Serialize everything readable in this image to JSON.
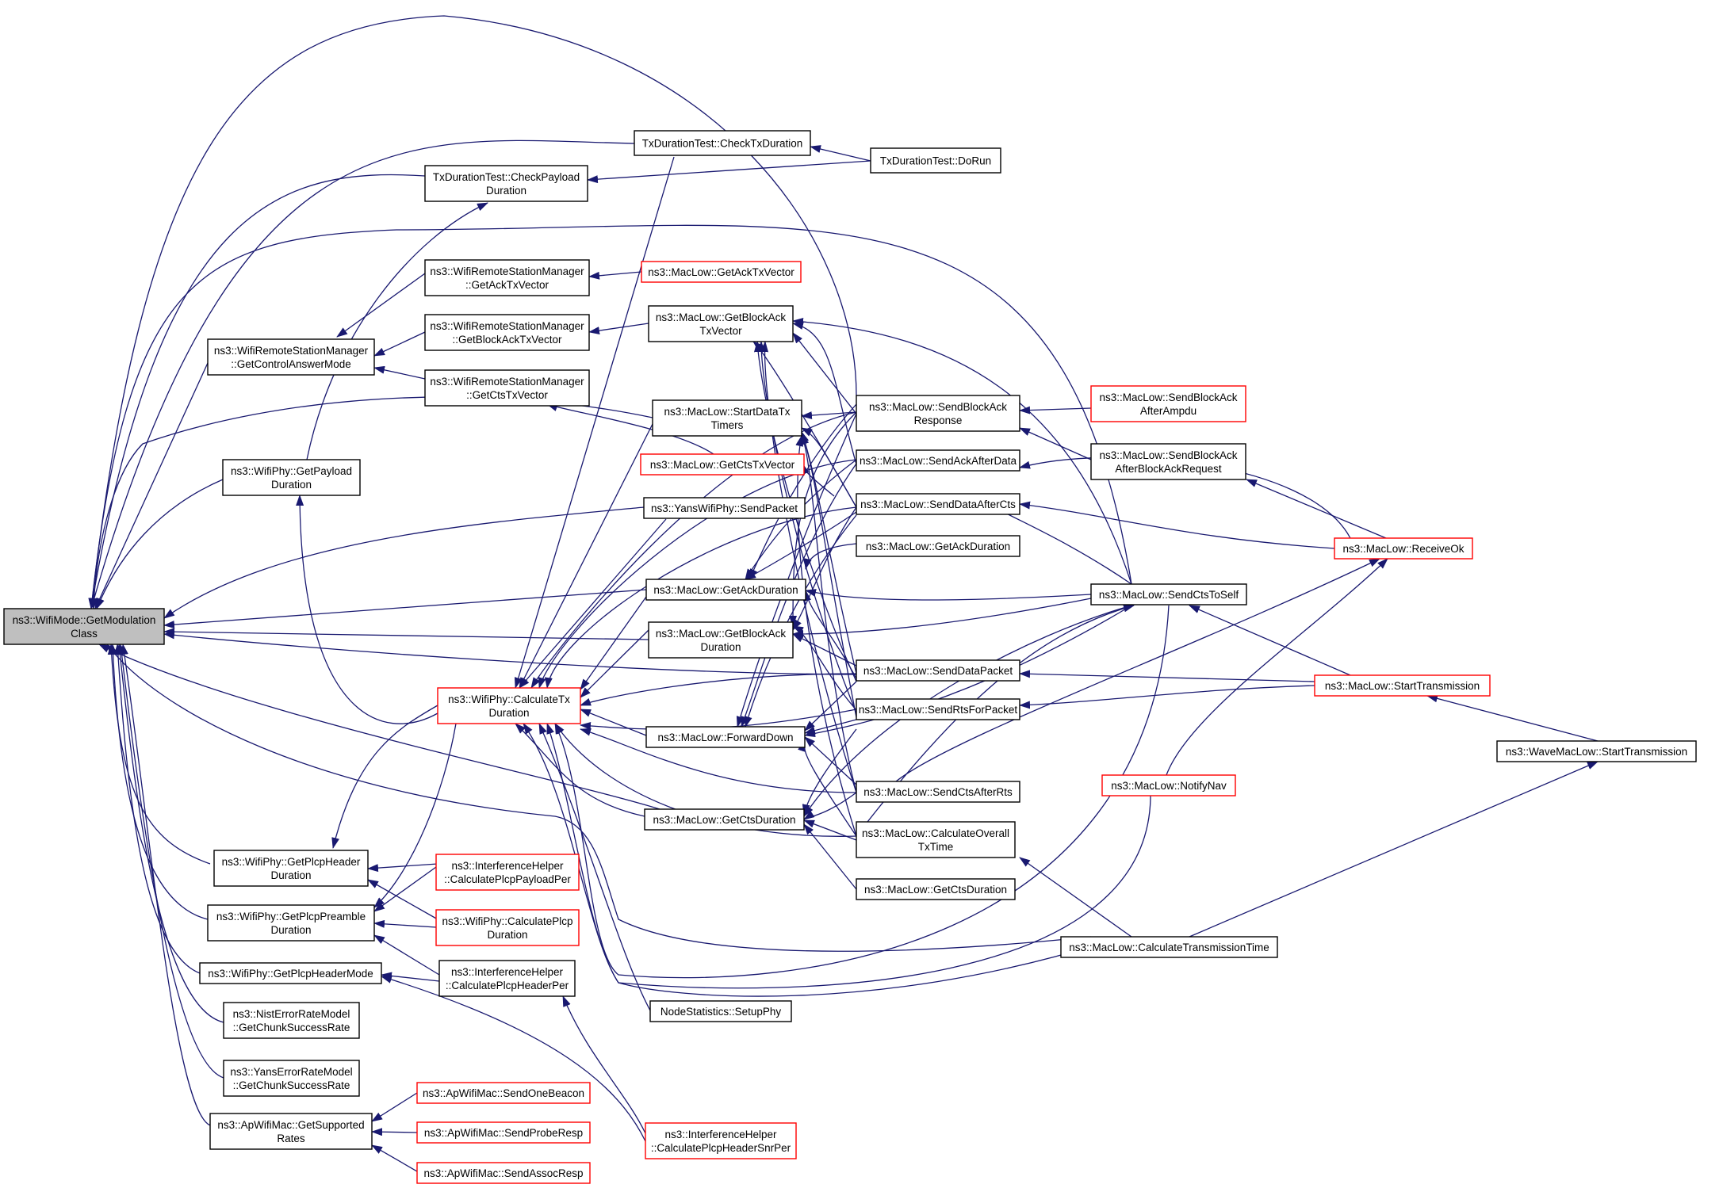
{
  "graph": {
    "root": "n0",
    "colors": {
      "edge": "#191970",
      "root_fill": "#bfbfbf",
      "node_border": "#000000",
      "truncated_border": "#ff0000"
    },
    "nodes": [
      {
        "id": "n0",
        "lines": [
          "ns3::WifiMode::GetModulation",
          "Class"
        ],
        "root": true
      },
      {
        "id": "n1",
        "lines": [
          "TxDurationTest::CheckTxDuration"
        ]
      },
      {
        "id": "n2",
        "lines": [
          "TxDurationTest::DoRun"
        ]
      },
      {
        "id": "n3",
        "lines": [
          "TxDurationTest::CheckPayload",
          "Duration"
        ]
      },
      {
        "id": "n4",
        "lines": [
          "ns3::WifiRemoteStationManager",
          "::GetAckTxVector"
        ]
      },
      {
        "id": "n5",
        "lines": [
          "ns3::MacLow::GetAckTxVector"
        ],
        "red": true
      },
      {
        "id": "n6",
        "lines": [
          "ns3::WifiRemoteStationManager",
          "::GetBlockAckTxVector"
        ]
      },
      {
        "id": "n7",
        "lines": [
          "ns3::MacLow::GetBlockAck",
          "TxVector"
        ]
      },
      {
        "id": "n8",
        "lines": [
          "ns3::WifiRemoteStationManager",
          "::GetControlAnswerMode"
        ]
      },
      {
        "id": "n9",
        "lines": [
          "ns3::WifiRemoteStationManager",
          "::GetCtsTxVector"
        ]
      },
      {
        "id": "n10",
        "lines": [
          "ns3::MacLow::SendBlockAck",
          "Response"
        ]
      },
      {
        "id": "n11",
        "lines": [
          "ns3::MacLow::SendBlockAck",
          "AfterAmpdu"
        ],
        "red": true
      },
      {
        "id": "n12",
        "lines": [
          "ns3::MacLow::StartDataTx",
          "Timers"
        ]
      },
      {
        "id": "n13",
        "lines": [
          "ns3::MacLow::SendBlockAck",
          "AfterBlockAckRequest"
        ]
      },
      {
        "id": "n14",
        "lines": [
          "ns3::WifiPhy::GetPayload",
          "Duration"
        ]
      },
      {
        "id": "n15",
        "lines": [
          "ns3::MacLow::GetCtsTxVector"
        ],
        "red": true
      },
      {
        "id": "n16",
        "lines": [
          "ns3::MacLow::SendAckAfterData"
        ]
      },
      {
        "id": "n17",
        "lines": [
          "ns3::YansWifiPhy::SendPacket"
        ]
      },
      {
        "id": "n18",
        "lines": [
          "ns3::MacLow::SendDataAfterCts"
        ]
      },
      {
        "id": "n19",
        "lines": [
          "ns3::MacLow::ReceiveOk"
        ],
        "red": true
      },
      {
        "id": "n20",
        "lines": [
          "ns3::MacLow::GetAckDuration"
        ]
      },
      {
        "id": "n21",
        "lines": [
          "ns3::MacLow::GetAckDuration"
        ]
      },
      {
        "id": "n22",
        "lines": [
          "ns3::MacLow::SendCtsToSelf"
        ]
      },
      {
        "id": "n23",
        "lines": [
          "ns3::MacLow::GetBlockAck",
          "Duration"
        ]
      },
      {
        "id": "n24",
        "lines": [
          "ns3::MacLow::SendDataPacket"
        ]
      },
      {
        "id": "n25",
        "lines": [
          "ns3::MacLow::StartTransmission"
        ],
        "red": true
      },
      {
        "id": "n26",
        "lines": [
          "ns3::WifiPhy::CalculateTx",
          "Duration"
        ],
        "red": true
      },
      {
        "id": "n27",
        "lines": [
          "ns3::MacLow::SendRtsForPacket"
        ]
      },
      {
        "id": "n28",
        "lines": [
          "ns3::WaveMacLow::StartTransmission"
        ]
      },
      {
        "id": "n29",
        "lines": [
          "ns3::MacLow::ForwardDown"
        ]
      },
      {
        "id": "n30",
        "lines": [
          "ns3::MacLow::SendCtsAfterRts"
        ]
      },
      {
        "id": "n31",
        "lines": [
          "ns3::MacLow::NotifyNav"
        ],
        "red": true
      },
      {
        "id": "n32",
        "lines": [
          "ns3::MacLow::GetCtsDuration"
        ]
      },
      {
        "id": "n33",
        "lines": [
          "ns3::MacLow::CalculateOverall",
          "TxTime"
        ]
      },
      {
        "id": "n34",
        "lines": [
          "ns3::WifiPhy::GetPlcpHeader",
          "Duration"
        ]
      },
      {
        "id": "n35",
        "lines": [
          "ns3::InterferenceHelper",
          "::CalculatePlcpPayloadPer"
        ],
        "red": true
      },
      {
        "id": "n36",
        "lines": [
          "ns3::MacLow::GetCtsDuration"
        ]
      },
      {
        "id": "n37",
        "lines": [
          "ns3::WifiPhy::GetPlcpPreamble",
          "Duration"
        ]
      },
      {
        "id": "n38",
        "lines": [
          "ns3::WifiPhy::CalculatePlcp",
          "Duration"
        ],
        "red": true
      },
      {
        "id": "n39",
        "lines": [
          "ns3::MacLow::CalculateTransmissionTime"
        ]
      },
      {
        "id": "n40",
        "lines": [
          "ns3::WifiPhy::GetPlcpHeaderMode"
        ]
      },
      {
        "id": "n41",
        "lines": [
          "ns3::InterferenceHelper",
          "::CalculatePlcpHeaderPer"
        ]
      },
      {
        "id": "n42",
        "lines": [
          "NodeStatistics::SetupPhy"
        ]
      },
      {
        "id": "n43",
        "lines": [
          "ns3::NistErrorRateModel",
          "::GetChunkSuccessRate"
        ]
      },
      {
        "id": "n44",
        "lines": [
          "ns3::YansErrorRateModel",
          "::GetChunkSuccessRate"
        ]
      },
      {
        "id": "n45",
        "lines": [
          "ns3::ApWifiMac::SendOneBeacon"
        ],
        "red": true
      },
      {
        "id": "n46",
        "lines": [
          "ns3::ApWifiMac::GetSupported",
          "Rates"
        ]
      },
      {
        "id": "n47",
        "lines": [
          "ns3::ApWifiMac::SendProbeResp"
        ],
        "red": true
      },
      {
        "id": "n48",
        "lines": [
          "ns3::InterferenceHelper",
          "::CalculatePlcpHeaderSnrPer"
        ],
        "red": true
      },
      {
        "id": "n49",
        "lines": [
          "ns3::ApWifiMac::SendAssocResp"
        ],
        "red": true
      }
    ]
  }
}
